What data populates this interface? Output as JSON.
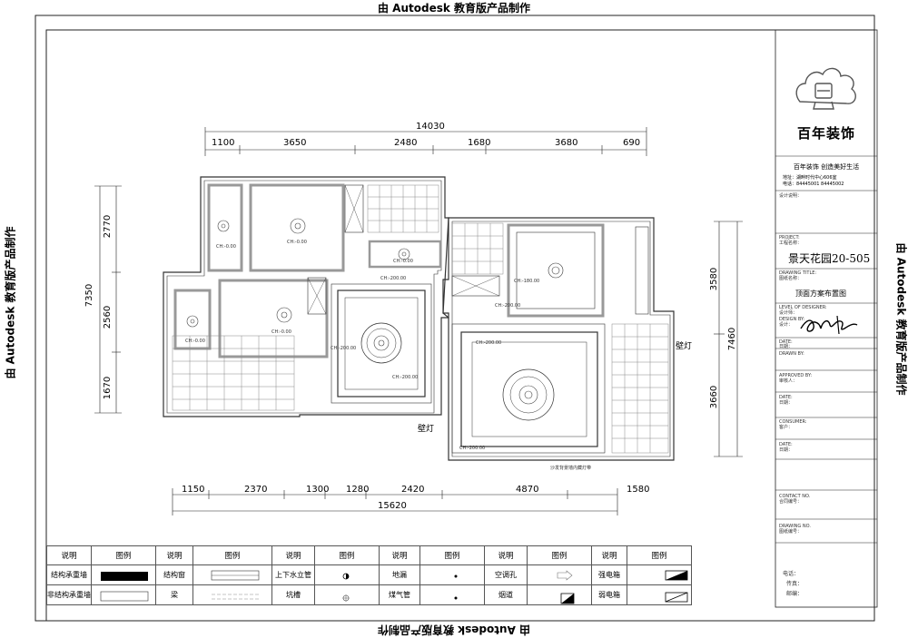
{
  "watermark": "由 Autodesk 教育版产品制作",
  "title_block": {
    "company": "百年装饰",
    "slogan": "百年装饰  创造美好生活",
    "address": "地址：湖畔时代中心606室",
    "phone": "电话：84445001   84445002",
    "notes_title": "设计说明：",
    "project_label": "PROJECT:",
    "project_label_cn": "工程名称：",
    "project_name": "景天花园20-505",
    "drawing_label": "DRAWING TITLE:",
    "drawing_label_cn": "图纸名称：",
    "drawing_name": "顶面方案布置图",
    "fields": [
      "LEVEL OF DESIGNER:",
      "设计师：",
      "DESIGN BY:",
      "设计：",
      "DATE:",
      "日期：",
      "DRAWN BY:",
      "APPROVED BY:",
      "审核人：",
      "DATE:",
      "日期：",
      "CONSUMER:",
      "客户：",
      "DATE:",
      "日期：",
      "CONTACT NO.",
      "合同编号：",
      "DRAWING NO.",
      "图纸编号："
    ],
    "contact": [
      "电话：",
      "传真：",
      "邮编："
    ]
  },
  "dimensions": {
    "top_total": "14030",
    "top_segments": [
      "1100",
      "3650",
      "2480",
      "1680",
      "3680",
      "690"
    ],
    "bottom_total": "15620",
    "bottom_segments": [
      "1150",
      "2370",
      "1300",
      "1280",
      "2420",
      "4870",
      "1580"
    ],
    "left_total": "7350",
    "left_segments": [
      "2770",
      "2560",
      "1670"
    ],
    "right_total": "7460",
    "right_segments": [
      "3580",
      "3660"
    ]
  },
  "plan_labels": {
    "wall_lamp_1": "壁灯",
    "wall_lamp_2": "壁灯",
    "heights": [
      "CH:-0.00",
      "CH:-0.00",
      "CH:-0.00",
      "CH:-0.00",
      "CH:-0.00",
      "CH:-200.00",
      "CH:-200.00",
      "CH:-200.00",
      "CH:-200.00",
      "CH:-200.00",
      "CH:-180.00",
      "CH:-200.00"
    ],
    "note": "沙发背景墙内藏灯带"
  },
  "legend": {
    "header": [
      "说明",
      "图例",
      "说明",
      "图例",
      "说明",
      "图例",
      "说明",
      "图例",
      "说明",
      "图例",
      "说明",
      "图例"
    ],
    "row1": [
      "结构承重墙",
      "",
      "结构窗",
      "",
      "上下水立管",
      "",
      "地漏",
      "",
      "空调孔",
      "",
      "强电箱",
      ""
    ],
    "row2": [
      "非结构承重墙",
      "",
      "梁",
      "",
      "坑槽",
      "",
      "煤气管",
      "",
      "烟道",
      "",
      "弱电箱",
      ""
    ]
  }
}
